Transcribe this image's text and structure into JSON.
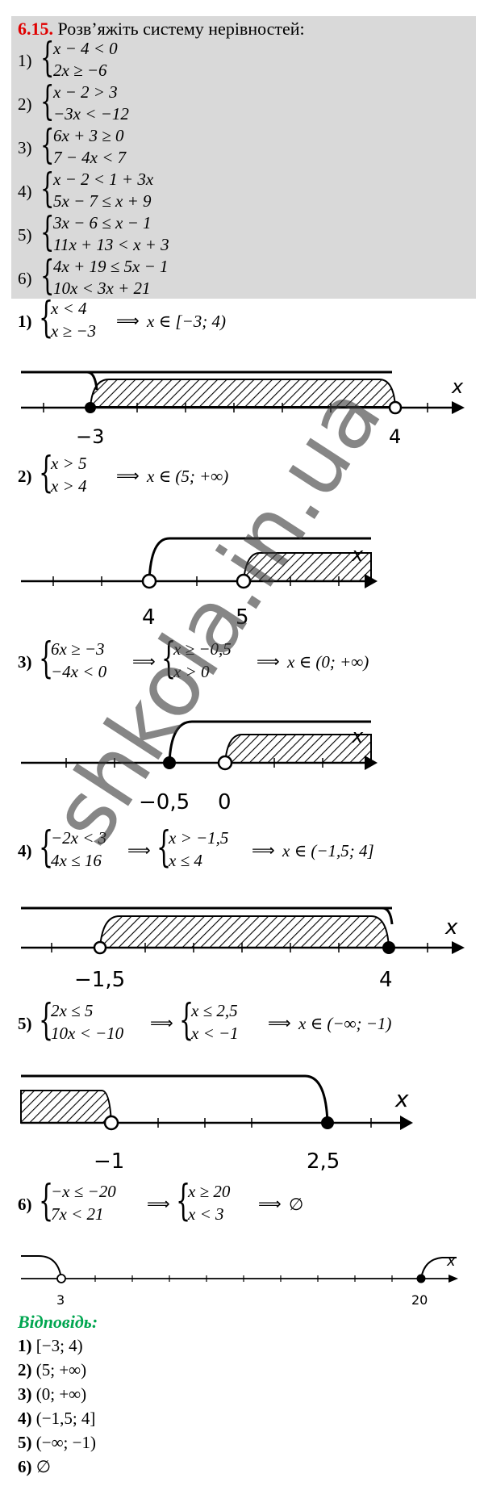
{
  "task": {
    "number": "6.15.",
    "instruction": "Розв’яжіть систему нерівностей:",
    "items": [
      {
        "label": "1)",
        "l1": "x − 4 < 0",
        "l2": "2x ≥ −6"
      },
      {
        "label": "2)",
        "l1": "x − 2 > 3",
        "l2": "−3x < −12"
      },
      {
        "label": "3)",
        "l1": "6x + 3 ≥ 0",
        "l2": "7 − 4x < 7"
      },
      {
        "label": "4)",
        "l1": "x − 2 < 1 + 3x",
        "l2": "5x − 7 ≤ x + 9"
      },
      {
        "label": "5)",
        "l1": "3x − 6 ≤ x − 1",
        "l2": "11x + 13 < x + 3"
      },
      {
        "label": "6)",
        "l1": "4x + 19 ≤ 5x − 1",
        "l2": "10x < 3x + 21"
      }
    ]
  },
  "solutions": [
    {
      "label": "1)",
      "s1": [
        "x < 4",
        "x ≥ −3"
      ],
      "s2": null,
      "result": "x ∈ [−3; 4)",
      "axis_label": "x",
      "points": [
        "−3",
        "4"
      ]
    },
    {
      "label": "2)",
      "s1": [
        "x > 5",
        "x > 4"
      ],
      "s2": null,
      "result": "x ∈ (5; +∞)",
      "axis_label": "x",
      "points": [
        "4",
        "5"
      ]
    },
    {
      "label": "3)",
      "s1": [
        "6x ≥ −3",
        "−4x < 0"
      ],
      "s2": [
        "x ≥ −0,5",
        "x > 0"
      ],
      "result": "x ∈ (0; +∞)",
      "axis_label": "x",
      "points": [
        "−0,5",
        "0"
      ]
    },
    {
      "label": "4)",
      "s1": [
        "−2x < 3",
        "4x ≤ 16"
      ],
      "s2": [
        "x > −1,5",
        "x ≤ 4"
      ],
      "result": "x ∈ (−1,5; 4]",
      "axis_label": "x",
      "points": [
        "−1,5",
        "4"
      ]
    },
    {
      "label": "5)",
      "s1": [
        "2x ≤ 5",
        "10x < −10"
      ],
      "s2": [
        "x ≤ 2,5",
        "x < −1"
      ],
      "result": "x ∈ (−∞; −1)",
      "axis_label": "x",
      "points": [
        "−1",
        "2,5"
      ]
    },
    {
      "label": "6)",
      "s1": [
        "−x ≤ −20",
        "7x < 21"
      ],
      "s2": [
        "x ≥ 20",
        "x < 3"
      ],
      "result": "∅",
      "axis_label": "x",
      "points": [
        "3",
        "20"
      ]
    }
  ],
  "arrow": "⟹",
  "answer": {
    "title": "Відповідь:",
    "items": [
      {
        "label": "1)",
        "value": "[−3; 4)"
      },
      {
        "label": "2)",
        "value": "(5; +∞)"
      },
      {
        "label": "3)",
        "value": "(0; +∞)"
      },
      {
        "label": "4)",
        "value": "(−1,5; 4]"
      },
      {
        "label": "5)",
        "value": "(−∞; −1)"
      },
      {
        "label": "6)",
        "value": "∅"
      }
    ]
  },
  "watermark": "shkola.in.ua"
}
